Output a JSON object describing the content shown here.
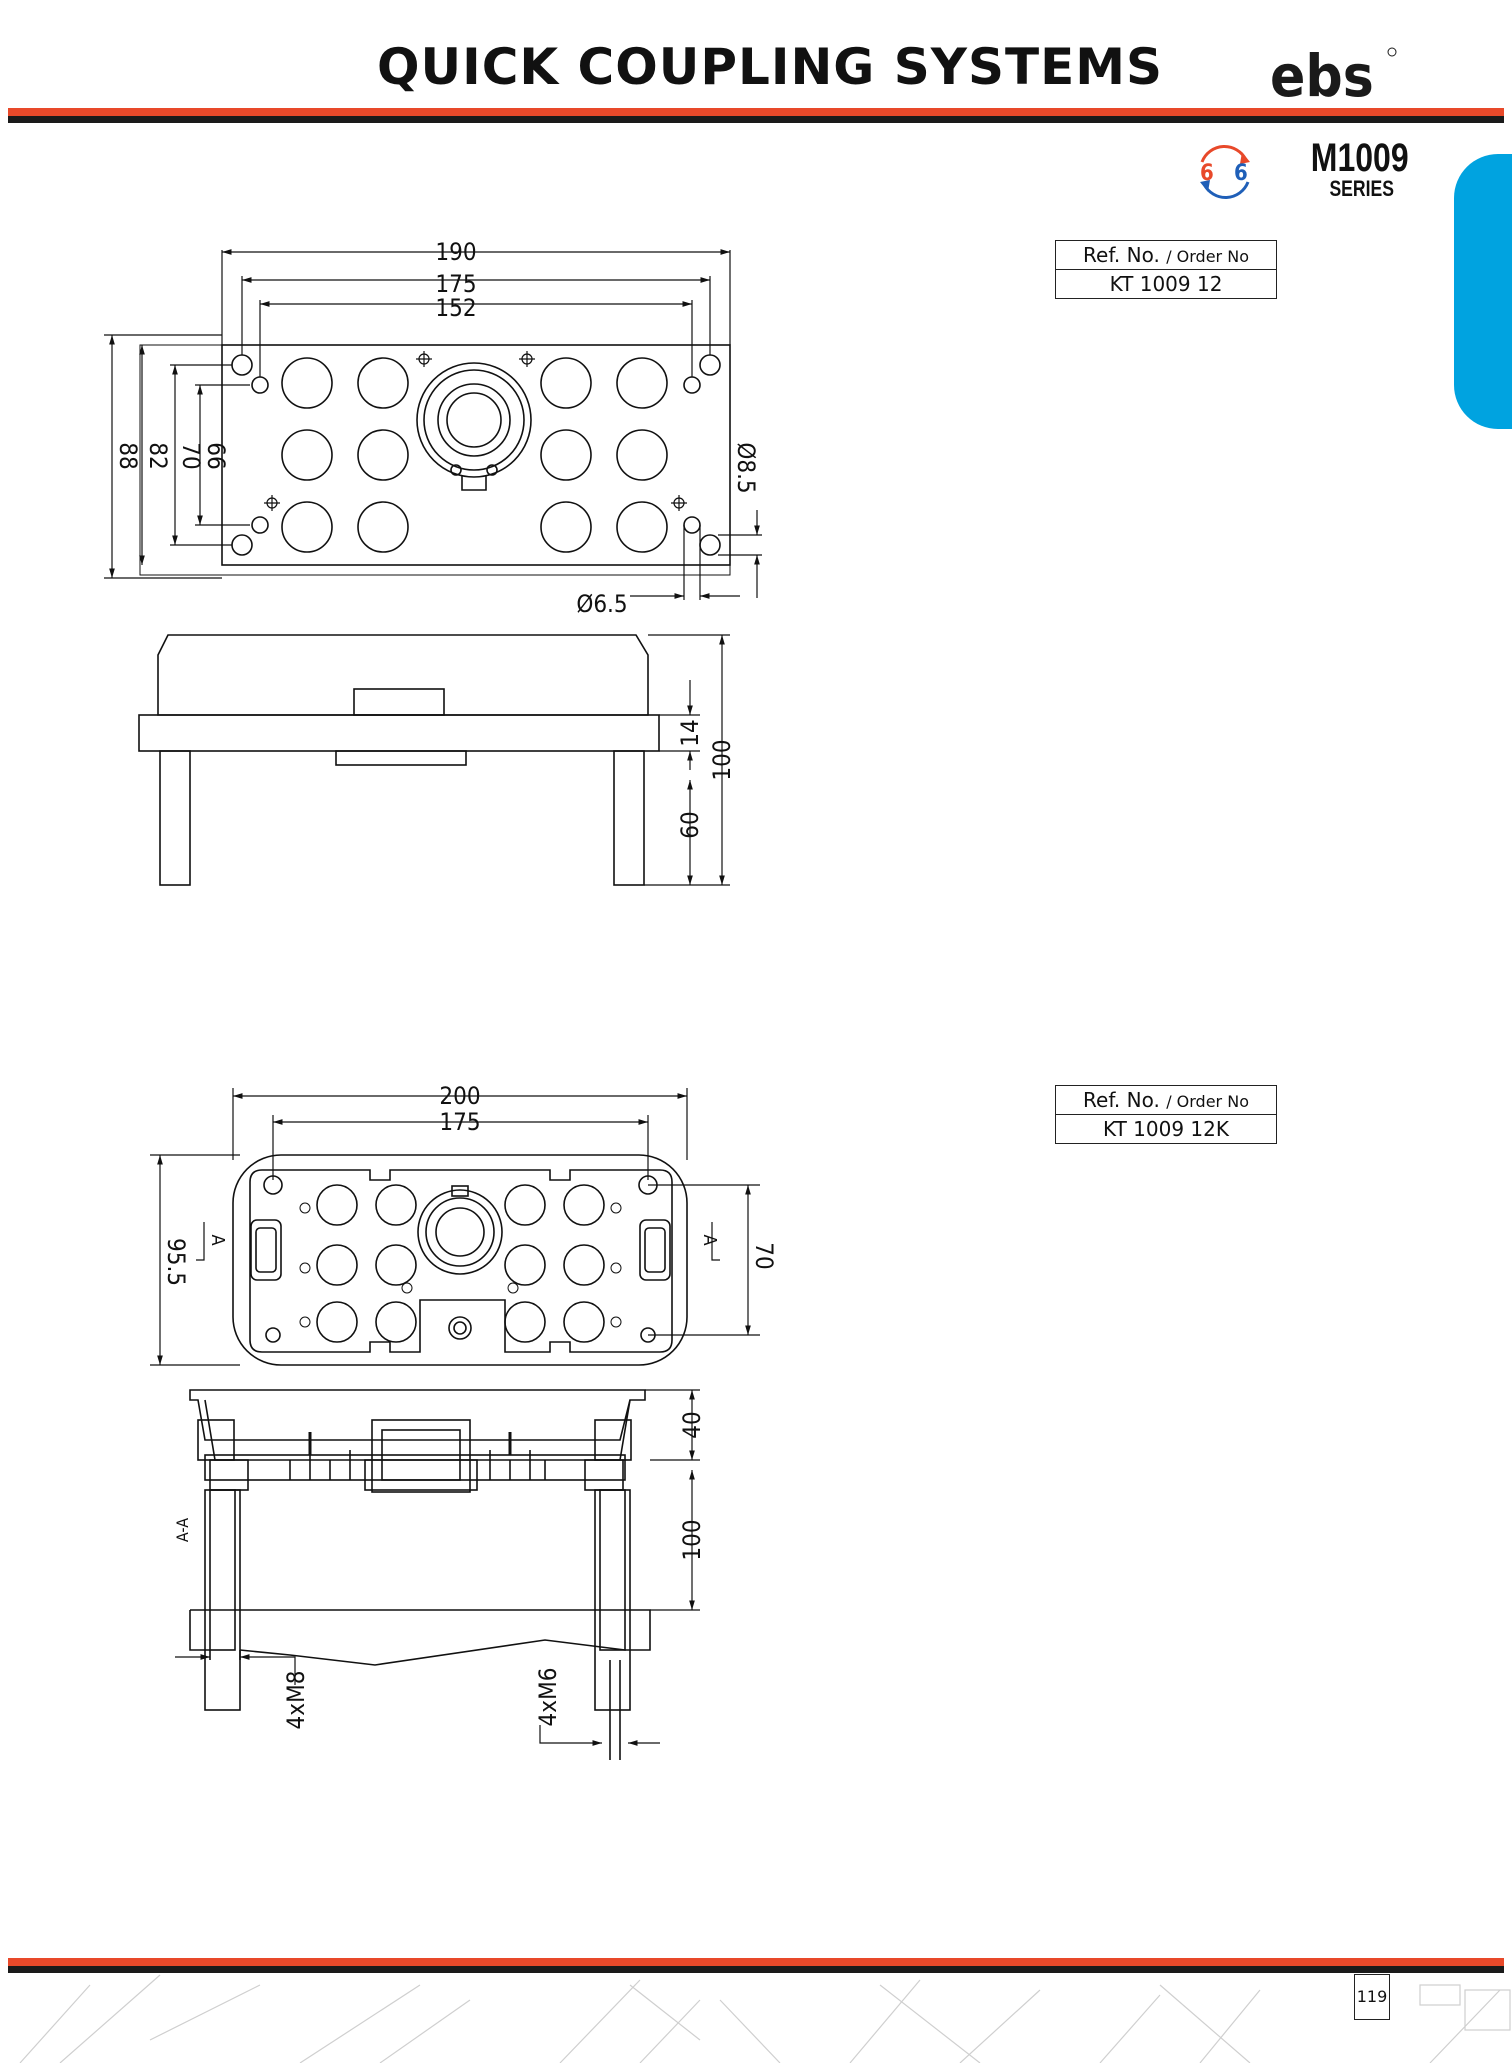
{
  "header": {
    "title": "QUICK COUPLING SYSTEMS",
    "logo_text": "ebs",
    "series_code": "M1009",
    "series_label": "SERIES",
    "badge_left": "6",
    "badge_right": "6"
  },
  "colors": {
    "accent_orange": "#e8492a",
    "bar_black": "#1a1a1a",
    "side_tab_blue": "#00a3e0",
    "badge_red": "#e8492a",
    "badge_blue": "#1f5fb8"
  },
  "products": [
    {
      "ref_label": "Ref. No.",
      "ref_label_sub": "/ Order No",
      "ref_value": "KT 1009 12",
      "dims": {
        "d190": "190",
        "d175": "175",
        "d152": "152",
        "d88": "88",
        "d82": "82",
        "d70": "70",
        "d66": "66",
        "d8_5": "Ø8.5",
        "d6_5": "Ø6.5",
        "d14": "14",
        "d100": "100",
        "d60": "60"
      }
    },
    {
      "ref_label": "Ref. No.",
      "ref_label_sub": "/ Order No",
      "ref_value": "KT 1009 12K",
      "dims": {
        "d200": "200",
        "d175": "175",
        "d95_5": "95.5",
        "d70": "70",
        "d40": "40",
        "d100": "100",
        "section": "A-A",
        "sec_mark": "A",
        "m8": "4xM8",
        "m6": "4xM6"
      }
    }
  ],
  "footer": {
    "page_number": "119"
  }
}
